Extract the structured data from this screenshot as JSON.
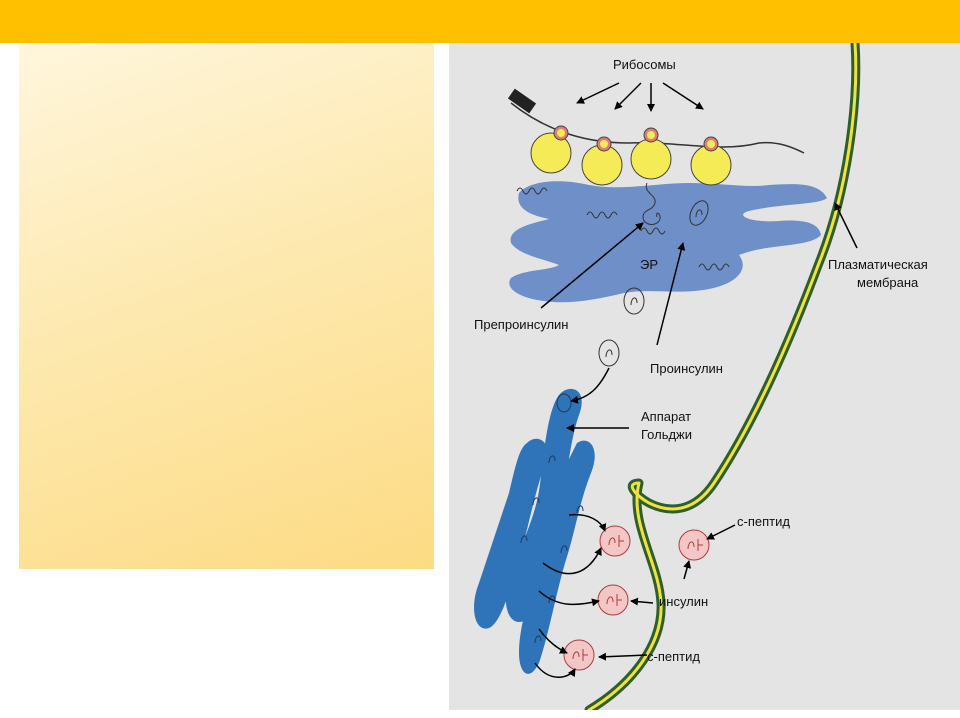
{
  "colors": {
    "banner": "#ffc000",
    "panel_bg": "#e4e4e4",
    "er": "#6f8fc9",
    "golgi": "#2f74b8",
    "ribosome": "#f5eb57",
    "ribosome_cap": "#e17d6c",
    "vesicle_red": "#f2c7c5",
    "membrane_outer": "#2e5e2a",
    "membrane_inner": "#f2e23d"
  },
  "diagram": {
    "ribosomes_label": "Рибосомы",
    "er_label": "ЭР",
    "membrane_label_1": "Плазматическая",
    "membrane_label_2": "мембрана",
    "preproinsulin_label": "Препроинсулин",
    "proinsulin_label": "Проинсулин",
    "golgi_label_1": "Аппарат",
    "golgi_label_2": "Гольджи",
    "cpeptide_label_top": "с-пептид",
    "insulin_label": "инсулин",
    "cpeptide_label_bottom": "с-пептид"
  }
}
